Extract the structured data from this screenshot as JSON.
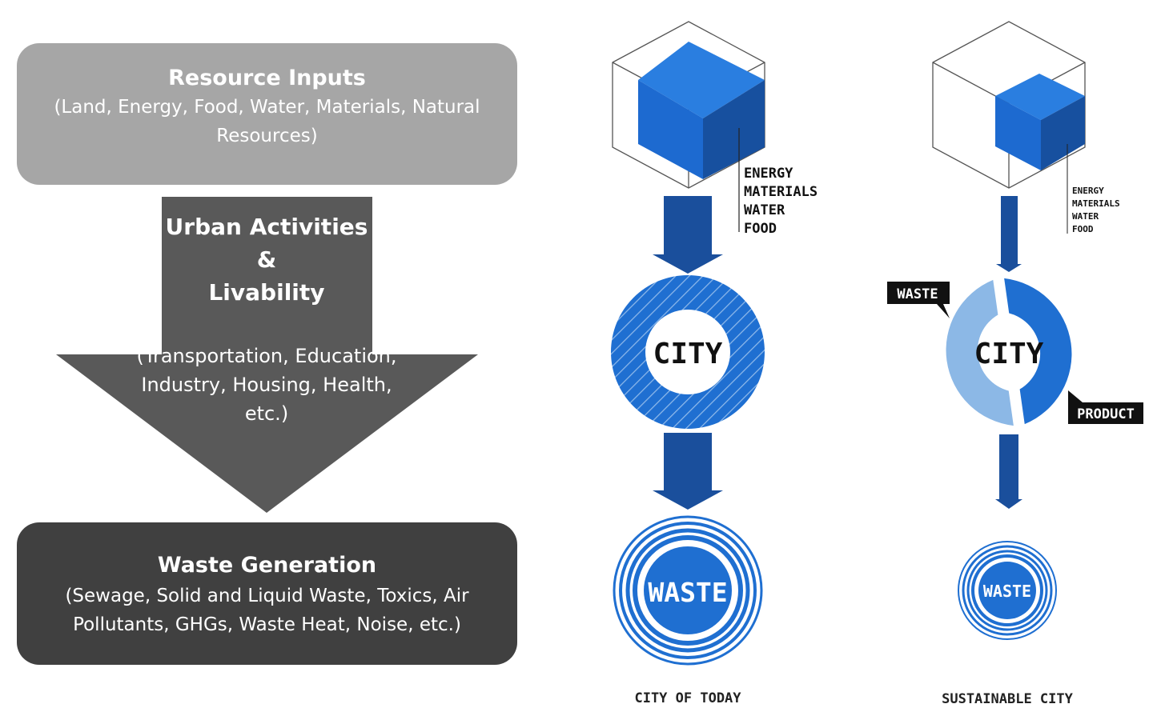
{
  "left_flow": {
    "inputs": {
      "title": "Resource Inputs",
      "description": "(Land, Energy, Food, Water, Materials, Natural Resources)"
    },
    "activities": {
      "title_line1": "Urban Activities",
      "title_line2": "&",
      "title_line3": "Livability",
      "description": "(Transportation, Education, Industry, Housing, Health, etc.)"
    },
    "waste": {
      "title": "Waste Generation",
      "description": "(Sewage, Solid and Liquid Waste, Toxics, Air Pollutants, GHGs, Waste Heat, Noise, etc.)"
    }
  },
  "city_of_today": {
    "inputs": [
      "ENERGY",
      "MATERIALS",
      "WATER",
      "FOOD"
    ],
    "city_label": "CITY",
    "waste_label": "WASTE",
    "caption": "CITY OF TODAY"
  },
  "sustainable_city": {
    "inputs": [
      "ENERGY",
      "MATERIALS",
      "WATER",
      "FOOD"
    ],
    "city_label": "CITY",
    "waste_tag": "WASTE",
    "product_tag": "PRODUCT",
    "waste_label": "WASTE",
    "caption": "SUSTAINABLE CITY"
  },
  "colors": {
    "inputs_box": "#a6a6a6",
    "arrow": "#595959",
    "waste_box": "#404040",
    "blue": "#1f6fd1",
    "dark_blue": "#1a4f9c",
    "light_blue": "#8cb8e6"
  }
}
